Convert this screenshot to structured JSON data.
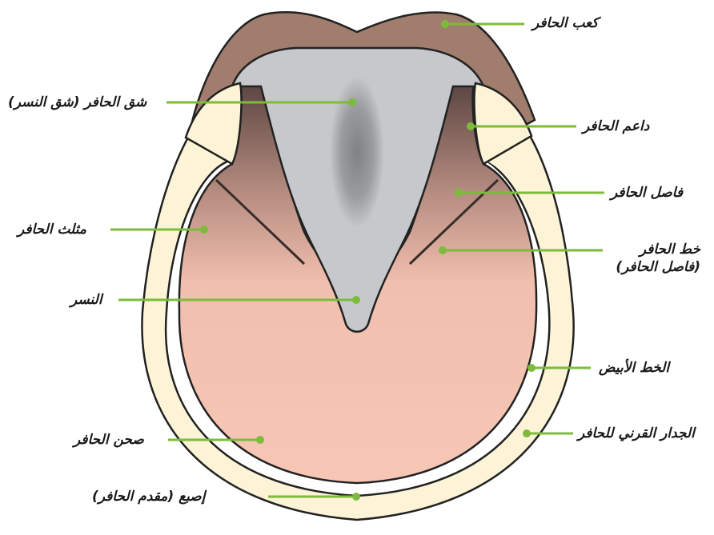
{
  "colors": {
    "bulb_brown": "#a07d6c",
    "frog_gray": "#c6c8cb",
    "frog_center": "#8d8f93",
    "sole_pink": "#f5c3b2",
    "wall_cream": "#fdf3d6",
    "bar_dark": "#4a3a38",
    "leader_green": "#7dbb3a"
  },
  "labels": {
    "heel_bulb": "كعب الحافر",
    "frog_cleft": "شق الحافر (شق النسر)",
    "heel_buttress": "داعم الحافر",
    "bar": "فاصل الحافر",
    "seat_of_corn": "مثلث الحافر",
    "bar_line_1": "خط الحافر",
    "bar_line_2": "(فاصل الحافر)",
    "frog": "النسر",
    "white_line": "الخط الأبيض",
    "sole": "صحن الحافر",
    "hoof_wall": "الجدار القرني للحافر",
    "toe": "إصبع (مقدم الحافر)"
  }
}
